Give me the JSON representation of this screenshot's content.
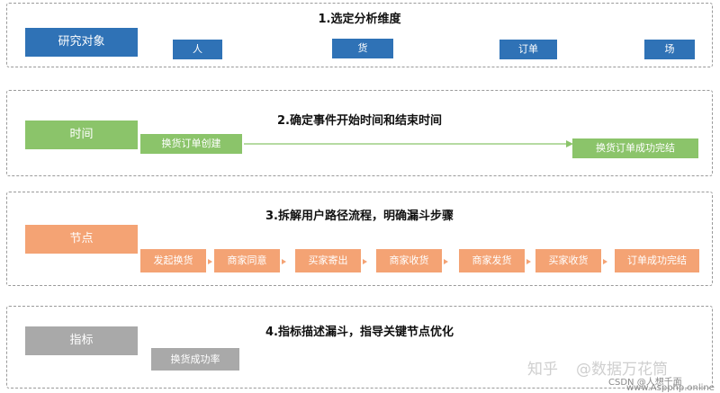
{
  "sections": {
    "s1": {
      "title": "1.选定分析维度",
      "category": "研究对象",
      "items": [
        "人",
        "货",
        "订单",
        "场"
      ]
    },
    "s2": {
      "title": "2.确定事件开始时间和结束时间",
      "category": "时间",
      "start": "换货订单创建",
      "end": "换货订单成功完结"
    },
    "s3": {
      "title": "3.拆解用户路径流程，明确漏斗步骤",
      "category": "节点",
      "steps": [
        "发起换货",
        "商家同意",
        "买家寄出",
        "商家收货",
        "商家发货",
        "买家收货",
        "订单成功完结"
      ]
    },
    "s4": {
      "title": "4.指标描述漏斗，指导关键节点优化",
      "category": "指标",
      "metric": "换货成功率"
    }
  },
  "watermark": {
    "zhihu": "知乎",
    "author": "@数据万花筒",
    "csdn": "CSDN @人想千面",
    "site": "www.Aspphp.online"
  },
  "colors": {
    "blue": "#2f72b6",
    "green": "#8bc46a",
    "orange": "#f4a374",
    "gray": "#a9a9a9"
  }
}
